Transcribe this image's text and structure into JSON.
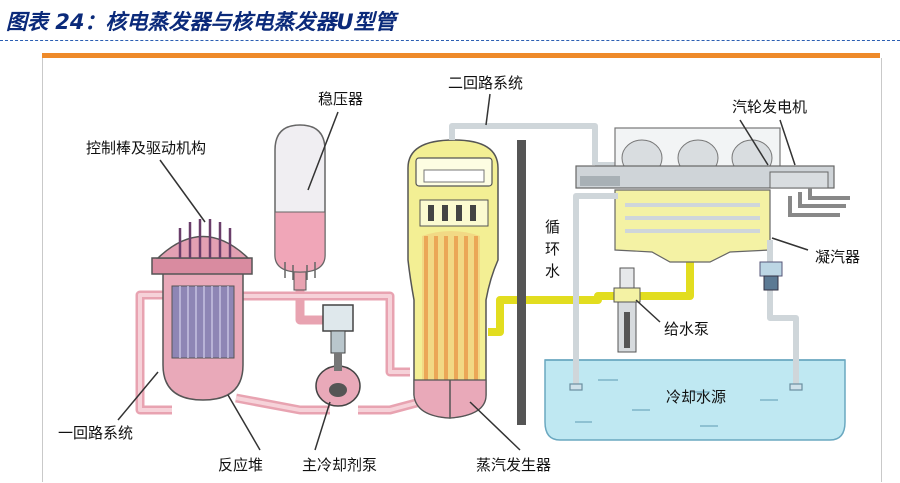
{
  "figure": {
    "title": "图表 24：核电蒸发器与核电蒸发器U型管"
  },
  "labels": {
    "stabilizer": "稳压器",
    "control_rods": "控制棒及驱动机构",
    "secondary_loop": "二回路系统",
    "turbine_generator": "汽轮发电机",
    "circulating_water_1": "循",
    "circulating_water_2": "环",
    "circulating_water_3": "水",
    "condenser": "凝汽器",
    "feed_pump": "给水泵",
    "cooling_source": "冷却水源",
    "primary_loop": "一回路系统",
    "reactor_core": "反应堆",
    "main_coolant_pump": "主冷却剂泵",
    "steam_generator": "蒸汽发生器"
  },
  "colors": {
    "title": "#0b2a7a",
    "accent_bar": "#ee8a2a",
    "primary_pipe": "#f0b8c2",
    "secondary_pipe": "#e8e22a",
    "water": "#bfe8f2",
    "steel": "#e6e8ea"
  }
}
